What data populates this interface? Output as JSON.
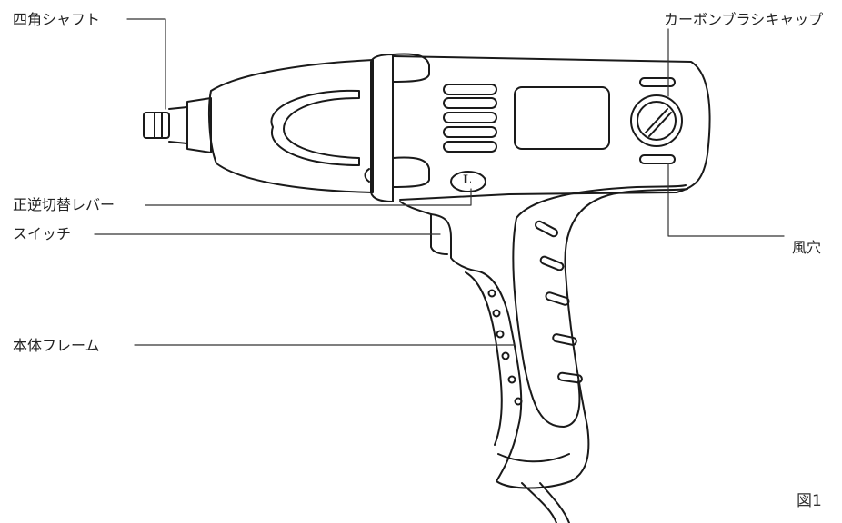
{
  "figure": {
    "caption": "図1",
    "labels": {
      "square_shaft": "四角シャフト",
      "carbon_brush_cap": "カーボンブラシキャップ",
      "reverse_lever": "正逆切替レバー",
      "switch": "スイッチ",
      "body_frame": "本体フレーム",
      "air_vent": "風穴"
    },
    "lever_mark": "L",
    "colors": {
      "ink": "#222222",
      "line": "#333333",
      "background": "#ffffff"
    }
  }
}
